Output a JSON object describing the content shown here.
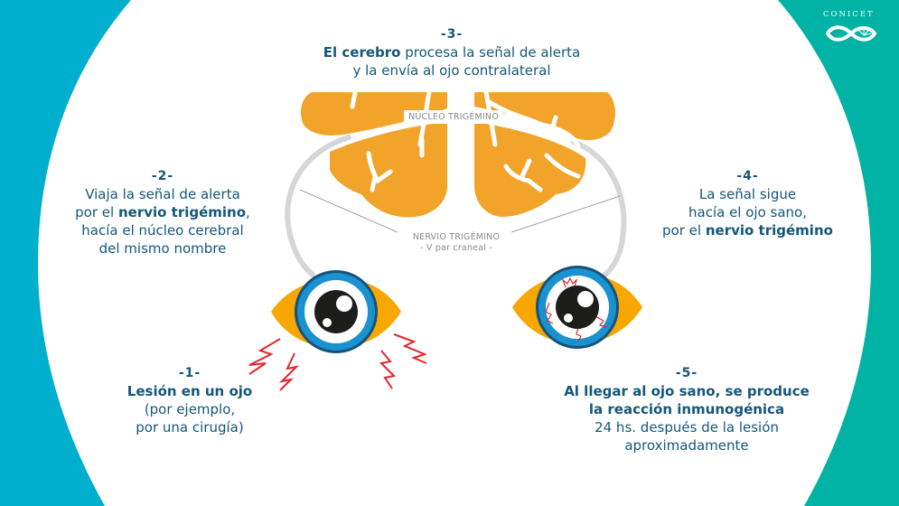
{
  "logo": {
    "name": "CONICET"
  },
  "colors": {
    "left_band": "#00aecd",
    "right_band": "#00b3a4",
    "text": "#14577a",
    "brain": "#f1a429",
    "nerve": "#d6d6d6",
    "eye_outer": "#f8a600",
    "iris_blue": "#1a92d0",
    "iris_dark": "#16527a",
    "pupil": "#1d1d1b",
    "lightning": "#e3252d"
  },
  "steps": {
    "step3": {
      "num": "-3-",
      "line1_bold": "El cerebro",
      "line1_rest": " procesa la señal de alerta",
      "line2": "y la envía al ojo contralateral"
    },
    "step2": {
      "num": "-2-",
      "line1": "Viaja la señal de alerta",
      "line2_pre": "por el ",
      "line2_bold": "nervio trigémino",
      "line2_post": ",",
      "line3": "hacía el núcleo cerebral",
      "line4": "del mismo nombre"
    },
    "step4": {
      "num": "-4-",
      "line1": "La señal sigue",
      "line2": "hacía el ojo sano,",
      "line3_pre": "por el ",
      "line3_bold": "nervio trigémino"
    },
    "step1": {
      "num": "-1-",
      "line1_bold": "Lesión en un ojo",
      "line2": "(por ejemplo,",
      "line3": "por una cirugía)"
    },
    "step5": {
      "num": "-5-",
      "line1_bold": "Al llegar al ojo sano, se produce",
      "line2_bold": "la reacción inmunogénica",
      "line3": "24 hs. después de la lesión",
      "line4": "aproximadamente"
    }
  },
  "labels": {
    "nucleus": "NÚCLEO TRIGÉMINO",
    "nerve": "NERVIO TRIGÉMINO",
    "nerve_sub": "- V par craneal -"
  },
  "icons": {
    "brain": "brain-icon",
    "left_eye": "injured-eye-icon",
    "right_eye": "inflamed-eye-icon",
    "lightning": "lightning-bolt-icon",
    "logo": "conicet-infinity-sun-icon"
  }
}
